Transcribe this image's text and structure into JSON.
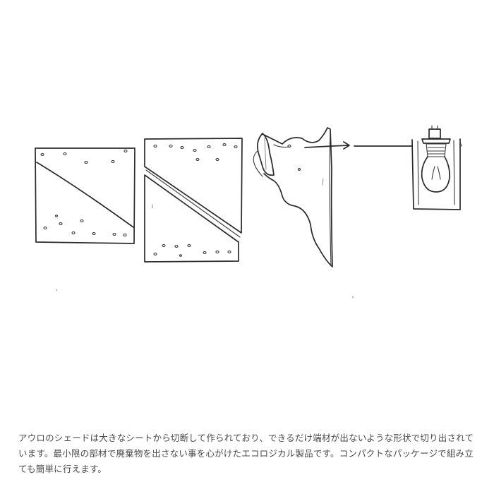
{
  "caption": {
    "text": "アウロのシェードは大きなシートから切断して作られており、できるだけ端材が出ないような形状で切り出されています。最小限の部材で廃棄物を出さない事を心がけたエコロジカル製品です。コンパクトなパッケージで組み立ても簡単に行えます。"
  },
  "illustration": {
    "steps": [
      "full-sheet",
      "cut-sheet",
      "rolled-shade",
      "assembled-lamp"
    ],
    "ink_color": "#2a2a2a",
    "caption_color": "#4a4a4a"
  }
}
